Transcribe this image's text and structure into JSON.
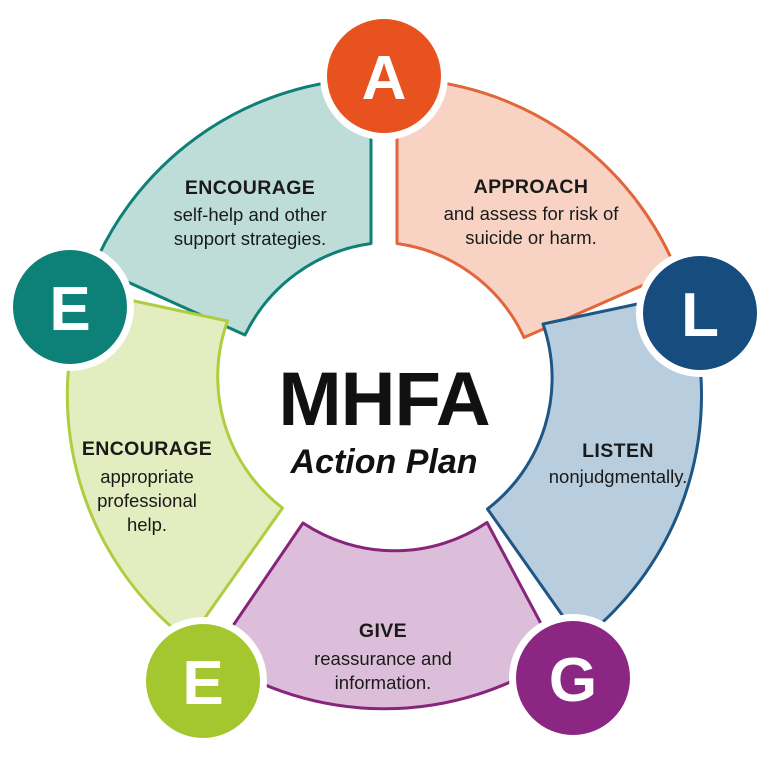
{
  "diagram": {
    "title": "MHFA Action Plan",
    "center": {
      "acronym": "MHFA",
      "subtitle": "Action Plan"
    },
    "segments": [
      {
        "key": "approach",
        "letter": "A",
        "heading": "APPROACH",
        "body_lines": [
          "and assess for risk of",
          "suicide or harm."
        ],
        "fill": "#F8D3C3",
        "stroke": "#E1663B",
        "badge_fill": "#E8521F"
      },
      {
        "key": "listen",
        "letter": "L",
        "heading": "LISTEN",
        "body_lines": [
          "nonjudgmentally."
        ],
        "fill": "#B8CDDE",
        "stroke": "#1E5685",
        "badge_fill": "#164C7E"
      },
      {
        "key": "give",
        "letter": "G",
        "heading": "GIVE",
        "body_lines": [
          "reassurance and",
          "information."
        ],
        "fill": "#DCBEDA",
        "stroke": "#86257A",
        "badge_fill": "#8B2682"
      },
      {
        "key": "encourage-professional",
        "letter": "E",
        "heading": "ENCOURAGE",
        "body_lines": [
          "appropriate",
          "professional",
          "help."
        ],
        "fill": "#E3EDC0",
        "stroke": "#AFCE3F",
        "badge_fill": "#A4C72F"
      },
      {
        "key": "encourage-selfhelp",
        "letter": "E",
        "heading": "ENCOURAGE",
        "body_lines": [
          "self-help and other",
          "support strategies."
        ],
        "fill": "#BEDDD9",
        "stroke": "#0E8076",
        "badge_fill": "#0D8178"
      }
    ]
  }
}
